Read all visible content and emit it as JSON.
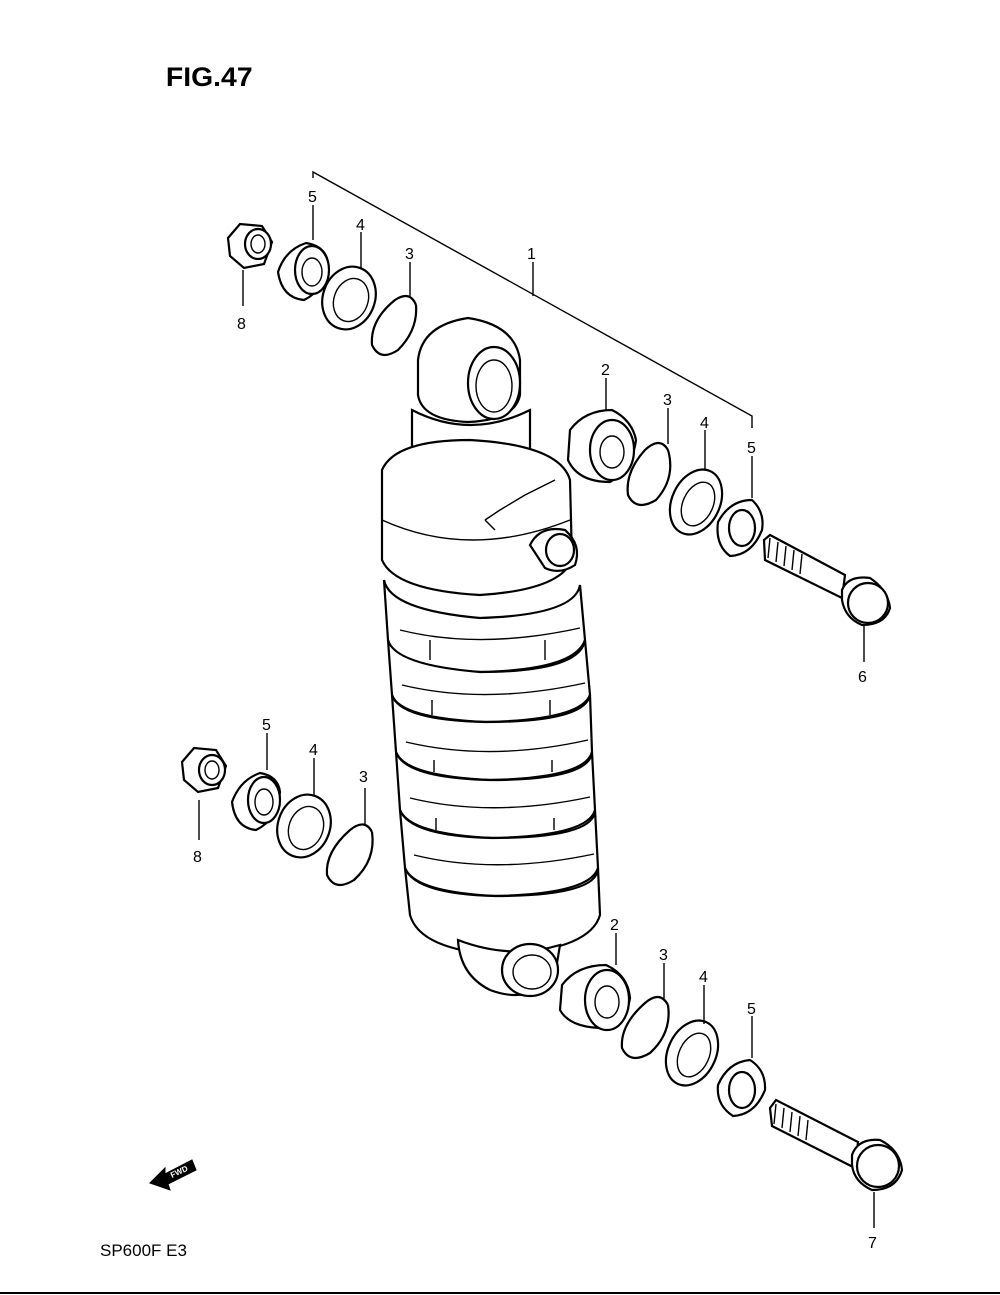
{
  "figure": {
    "title": "FIG.47"
  },
  "model": {
    "label": "SP600F  E3"
  },
  "callouts": {
    "upper_bracket": "1",
    "upper_bushing": "2",
    "upper_ring": "3",
    "upper_washer": "4",
    "upper_spacer_left": "5",
    "upper_spacer_right": "5",
    "upper_ring_left": "3",
    "upper_washer_left": "4",
    "upper_bolt": "6",
    "upper_nut": "8",
    "lower_spacer_left": "5",
    "lower_washer_left": "4",
    "lower_ring_left": "3",
    "lower_nut": "8",
    "lower_bushing": "2",
    "lower_ring_right": "3",
    "lower_washer_right": "4",
    "lower_spacer_right": "5",
    "lower_bolt": "7"
  },
  "fwd_arrow": {
    "text": "FWD"
  }
}
